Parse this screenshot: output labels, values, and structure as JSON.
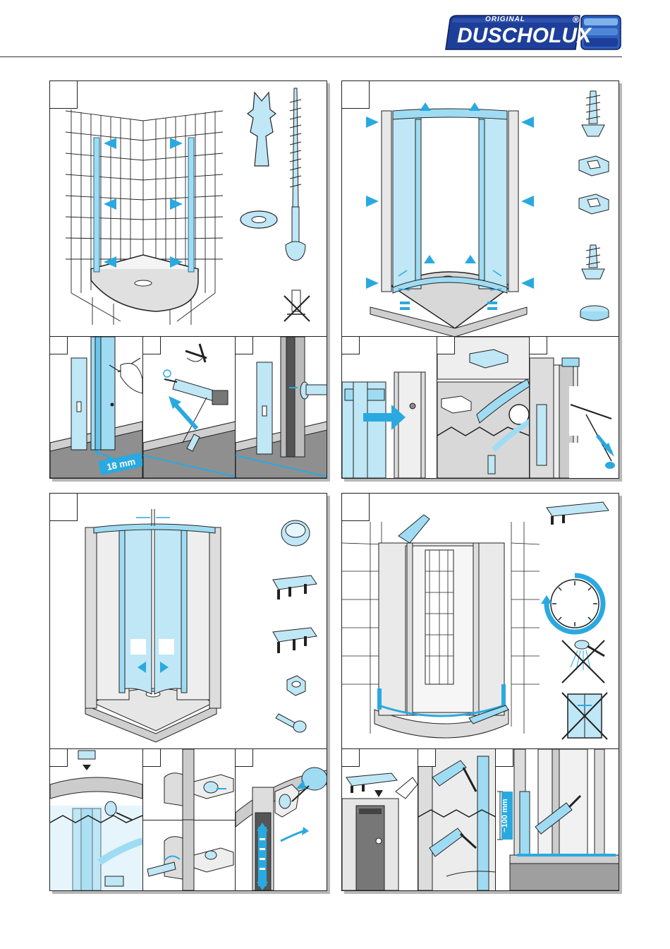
{
  "brand": {
    "prefix": "ORIGINAL",
    "name": "DUSCHOLUX",
    "mark": "®",
    "color_blue": "#1d3f9a",
    "color_accent": "#4ec3ea"
  },
  "steps": {
    "step1": {
      "sub_dimension": "18 mm"
    },
    "step4": {
      "sub_dimension": "~100 mm"
    }
  },
  "icons": {
    "step1": [
      "wall-plug-icon",
      "wood-screw-icon",
      "washer-icon",
      "no-drill-symbol"
    ],
    "step2": [
      "screw-icon",
      "clip-icon",
      "clip-icon",
      "short-screw-icon",
      "cover-cap-icon"
    ],
    "step3": [
      "cap-icon",
      "end-cap-icon",
      "end-cap-icon",
      "nut-icon",
      "bolt-icon"
    ],
    "step4": [
      "end-cap-icon",
      "clock-icon",
      "no-shower-symbol",
      "no-door-use-symbol"
    ]
  },
  "colors": {
    "glass": "#bfe7f6",
    "frame": "#9fdcf3",
    "outline": "#1a1a1a",
    "arrow": "#2aa9e0",
    "wall": "#e6e6e6"
  }
}
